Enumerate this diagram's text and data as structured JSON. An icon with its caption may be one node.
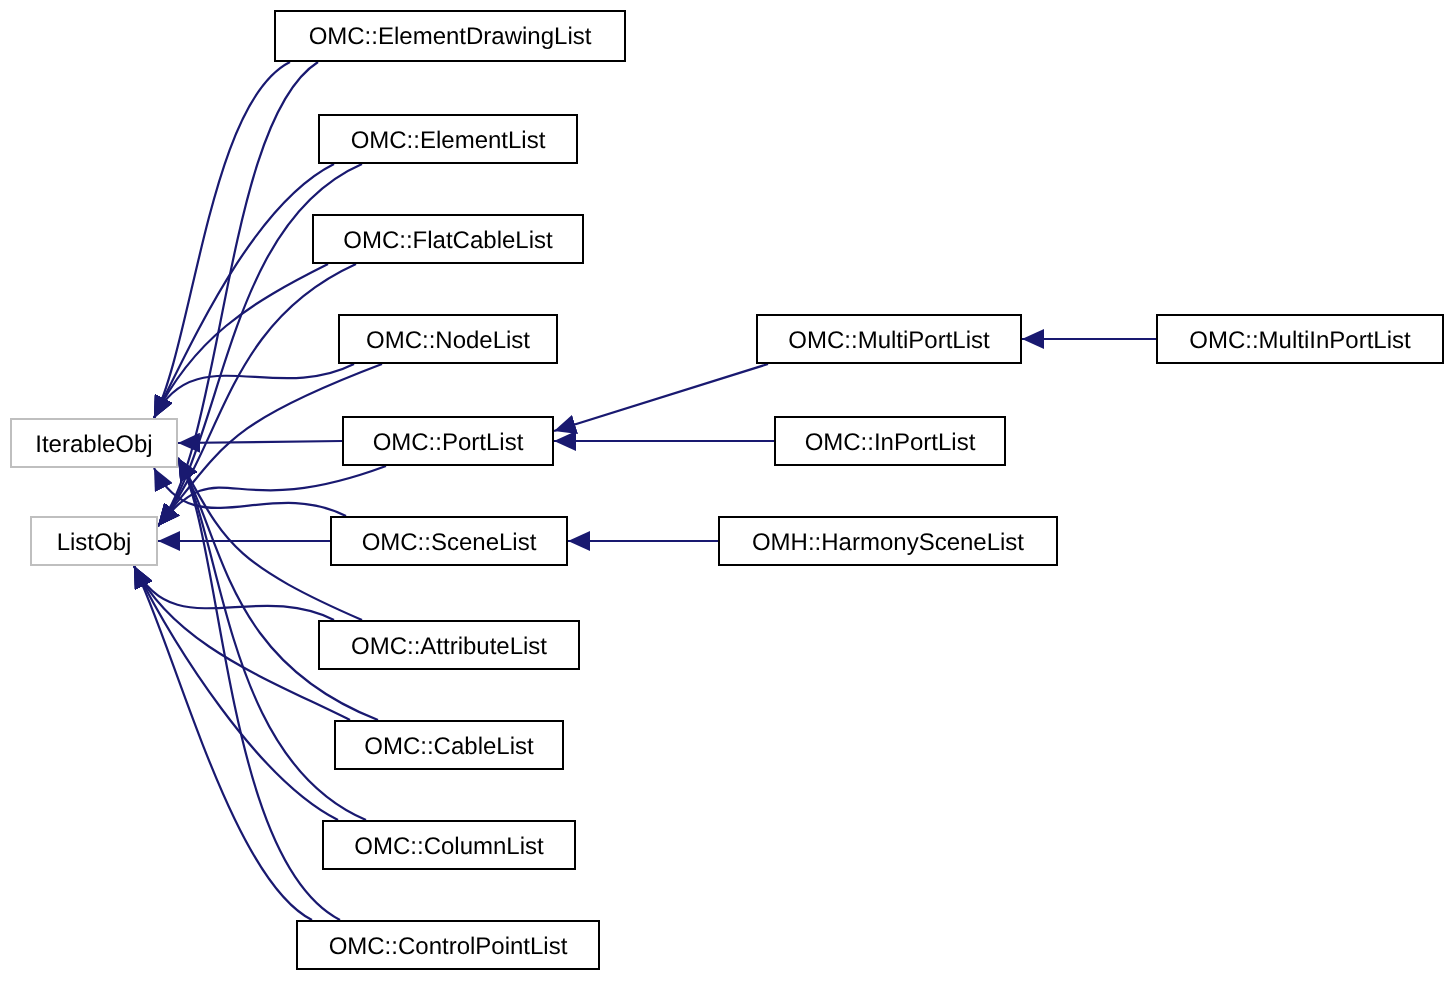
{
  "diagram": {
    "nodes": [
      {
        "text": [
          "OMC::ElementDrawingList"
        ]
      },
      {
        "text": [
          "OMC::ElementList"
        ]
      },
      {
        "text": [
          "OMC::FlatCableList"
        ]
      },
      {
        "text": [
          "OMC::NodeList"
        ]
      },
      {
        "text": [
          "IterableObj"
        ]
      },
      {
        "text": [
          "OMC::PortList"
        ]
      },
      {
        "text": [
          "OMC::MultiPortList"
        ]
      },
      {
        "text": [
          "OMC::MultiInPortList"
        ]
      },
      {
        "text": [
          "OMC::InPortList"
        ]
      },
      {
        "text": [
          "ListObj"
        ]
      },
      {
        "text": [
          "OMC::SceneList"
        ]
      },
      {
        "text": [
          "OMH::HarmonySceneList"
        ]
      },
      {
        "text": [
          "OMC::AttributeList"
        ]
      },
      {
        "text": [
          "OMC::CableList"
        ]
      },
      {
        "text": [
          "OMC::ColumnList"
        ]
      },
      {
        "text": [
          "OMC::ControlPointList"
        ]
      }
    ],
    "edges": [
      {
        "from": 0,
        "to": 4,
        "arrow": "to"
      },
      {
        "from": 0,
        "to": 9,
        "arrow": "to"
      },
      {
        "from": 1,
        "to": 4,
        "arrow": "to"
      },
      {
        "from": 1,
        "to": 9,
        "arrow": "to"
      },
      {
        "from": 2,
        "to": 4,
        "arrow": "to"
      },
      {
        "from": 2,
        "to": 9,
        "arrow": "to"
      },
      {
        "from": 3,
        "to": 4,
        "arrow": "to"
      },
      {
        "from": 3,
        "to": 9,
        "arrow": "to"
      },
      {
        "from": 5,
        "to": 4,
        "arrow": "to"
      },
      {
        "from": 5,
        "to": 9,
        "arrow": "to"
      },
      {
        "from": 6,
        "to": 5,
        "arrow": "to"
      },
      {
        "from": 7,
        "to": 6,
        "arrow": "to"
      },
      {
        "from": 8,
        "to": 5,
        "arrow": "to"
      },
      {
        "from": 10,
        "to": 4,
        "arrow": "to"
      },
      {
        "from": 10,
        "to": 9,
        "arrow": "to"
      },
      {
        "from": 11,
        "to": 10,
        "arrow": "to"
      },
      {
        "from": 12,
        "to": 4,
        "arrow": "to"
      },
      {
        "from": 12,
        "to": 9,
        "arrow": "to"
      },
      {
        "from": 13,
        "to": 4,
        "arrow": "to"
      },
      {
        "from": 13,
        "to": 9,
        "arrow": "to"
      },
      {
        "from": 14,
        "to": 4,
        "arrow": "to"
      },
      {
        "from": 14,
        "to": 9,
        "arrow": "to"
      },
      {
        "from": 15,
        "to": 4,
        "arrow": "to"
      },
      {
        "from": 15,
        "to": 9,
        "arrow": "to"
      }
    ]
  }
}
